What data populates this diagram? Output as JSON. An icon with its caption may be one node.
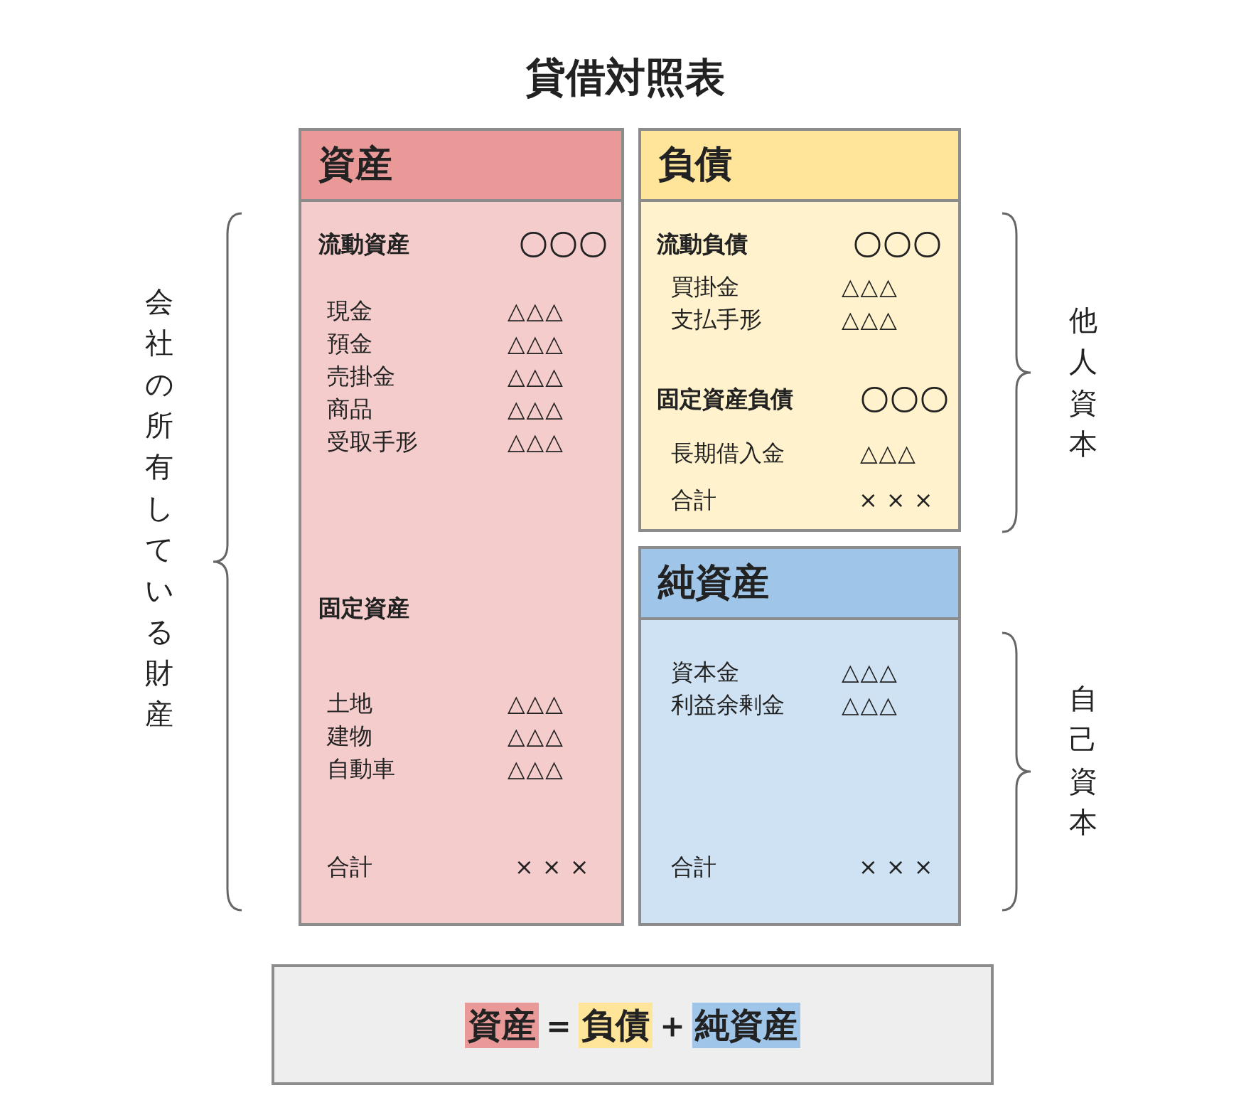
{
  "diagram": {
    "title": "貸借対照表",
    "nodes": [
      {
        "text": [
          "資産",
          "流動資産",
          "〇〇〇",
          "現金",
          "△△△",
          "預金",
          "△△△",
          "売掛金",
          "△△△",
          "商品",
          "△△△",
          "受取手形",
          "△△△",
          "固定資産",
          "土地",
          "△△△",
          "建物",
          "△△△",
          "自動車",
          "△△△",
          "合計",
          "×××"
        ]
      },
      {
        "text": [
          "負債",
          "流動負債",
          "〇〇〇",
          "買掛金",
          "△△△",
          "支払手形",
          "△△△",
          "固定資産負債",
          "〇〇〇",
          "長期借入金",
          "△△△",
          "合計",
          "×××"
        ]
      },
      {
        "text": [
          "純資産",
          "資本金",
          "△△△",
          "利益余剰金",
          "△△△",
          "合計",
          "×××"
        ]
      },
      {
        "text": [
          "資産",
          "＝",
          "負債",
          "＋",
          "純資産"
        ]
      }
    ],
    "edges": [],
    "labels": [
      "会社の所有している財産",
      "他人資本",
      "自己資本"
    ]
  }
}
